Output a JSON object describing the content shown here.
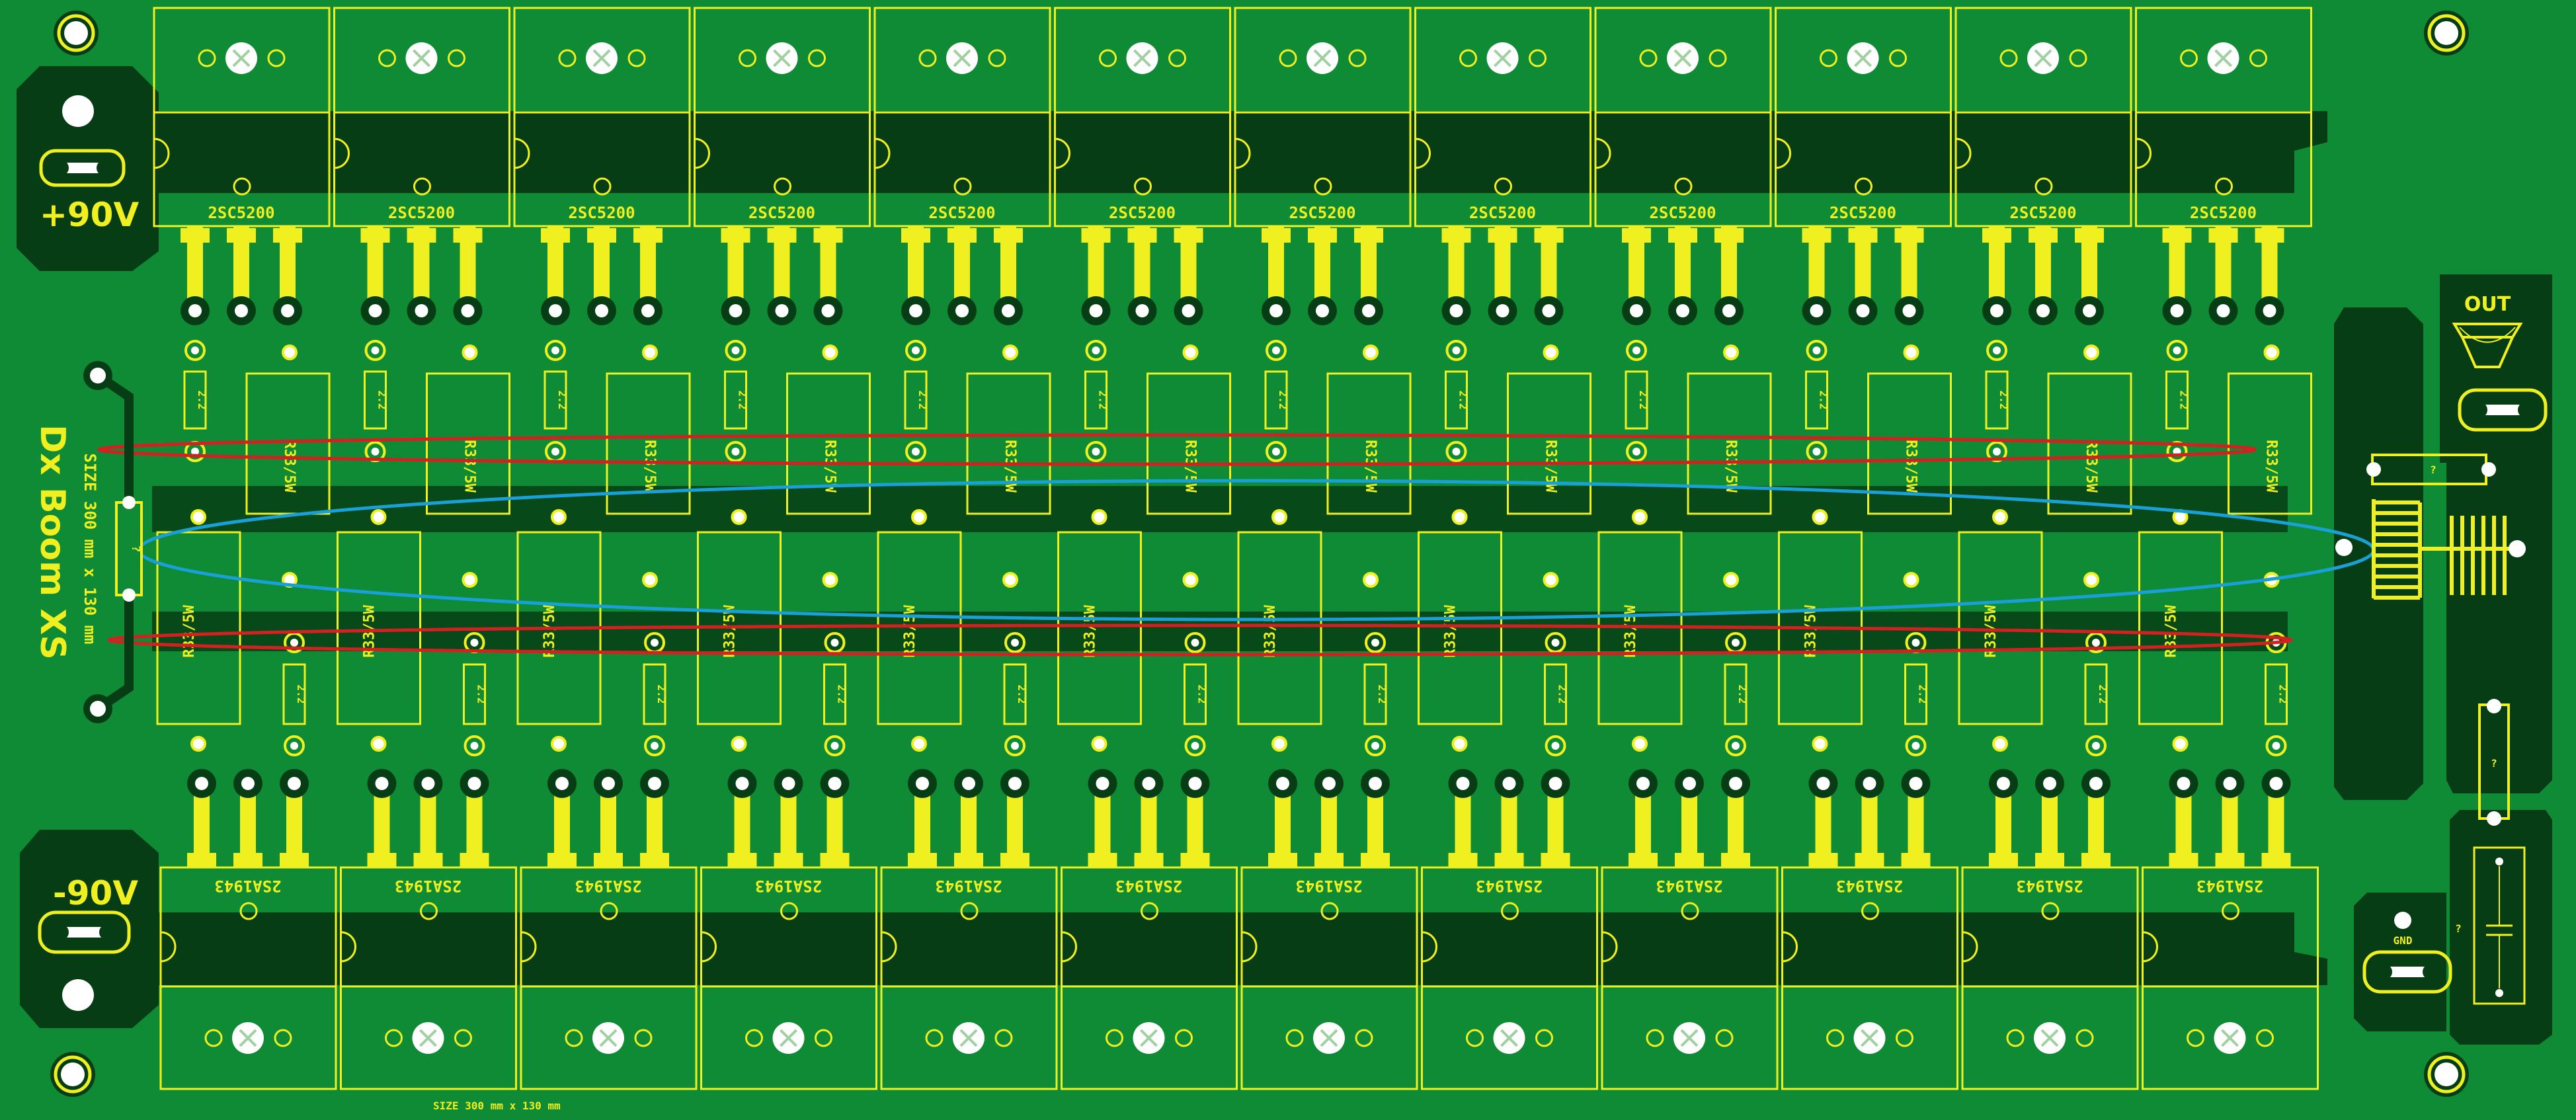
{
  "board": {
    "title": "Dx Boom XS",
    "size_label": "SIZE 300 mm x 130 mm",
    "bottom_size_label": "SIZE 300 mm x 130 mm",
    "colors": {
      "board": "#0f8a35",
      "pour": "#063d14",
      "silkscreen": "#f0f020",
      "pad": "#ffffff",
      "highlight_red": "#d42020",
      "highlight_blue": "#1aa0d8"
    }
  },
  "power": {
    "positive_label": "+90V",
    "negative_label": "-90V",
    "out_label": "OUT",
    "gnd_label": "GND"
  },
  "components": {
    "npn_part": "2SC5200",
    "npn_count": 12,
    "pnp_part": "2SA1943",
    "pnp_count": 12,
    "emitter_resistor": "R33/5W",
    "small_resistor": "2.2",
    "unknown_part": "?"
  }
}
